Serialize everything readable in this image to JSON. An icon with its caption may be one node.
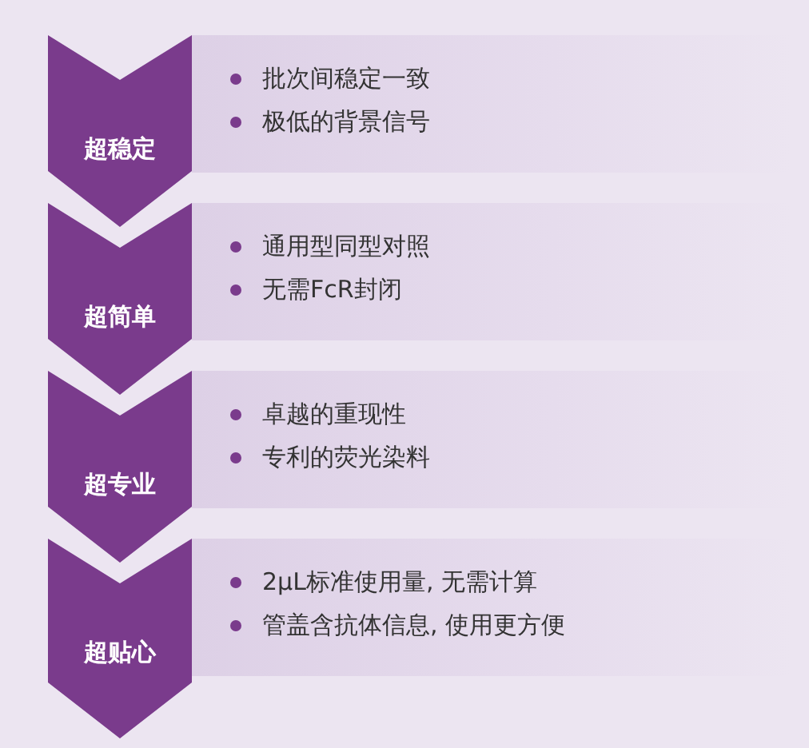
{
  "diagram": {
    "nodes": [
      {
        "text": [
          "超稳定"
        ]
      },
      {
        "text": [
          "批次间稳定一致",
          "极低的背景信号"
        ]
      },
      {
        "text": [
          "超简单"
        ]
      },
      {
        "text": [
          "通用型同型对照",
          "无需FcR封闭"
        ]
      },
      {
        "text": [
          "超专业"
        ]
      },
      {
        "text": [
          "卓越的重现性",
          "专利的荧光染料"
        ]
      },
      {
        "text": [
          "超贴心"
        ]
      },
      {
        "text": [
          "2μL标准使用量, 无需计算",
          "管盖含抗体信息, 使用更方便"
        ]
      }
    ],
    "edges": []
  }
}
